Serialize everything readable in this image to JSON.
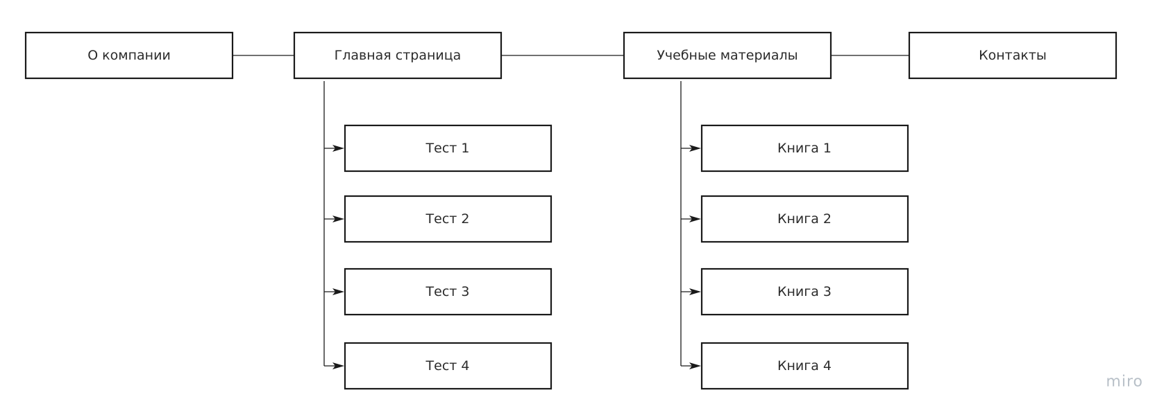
{
  "diagram": {
    "top_nodes": [
      {
        "id": "about",
        "label": "О компании"
      },
      {
        "id": "home",
        "label": "Главная страница"
      },
      {
        "id": "materials",
        "label": "Учебные материалы"
      },
      {
        "id": "contacts",
        "label": "Контакты"
      }
    ],
    "home_children": [
      {
        "id": "test1",
        "label": "Тест 1"
      },
      {
        "id": "test2",
        "label": "Тест 2"
      },
      {
        "id": "test3",
        "label": "Тест 3"
      },
      {
        "id": "test4",
        "label": "Тест 4"
      }
    ],
    "materials_children": [
      {
        "id": "book1",
        "label": "Книга 1"
      },
      {
        "id": "book2",
        "label": "Книга 2"
      },
      {
        "id": "book3",
        "label": "Книга 3"
      },
      {
        "id": "book4",
        "label": "Книга 4"
      }
    ]
  },
  "watermark": {
    "text": "miro",
    "color": "#b8c0c8"
  },
  "colors": {
    "stroke": "#1a1a1a",
    "text": "#2b2b2b",
    "background": "#ffffff"
  }
}
